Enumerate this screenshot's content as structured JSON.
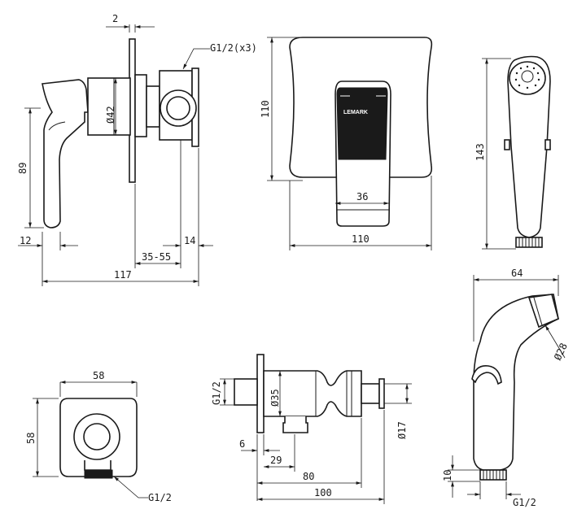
{
  "brand_text": "LEMARK",
  "views": {
    "mixer_side": {
      "thread_label": "G1/2(x3)",
      "dims": {
        "plate_thickness": "2",
        "body_diameter": "Ø42",
        "handle_height": "89",
        "handle_offset": "12",
        "wall_depth": "35-55",
        "outlet_depth": "14",
        "total_length": "117"
      }
    },
    "mixer_front": {
      "dims": {
        "plate_height": "110",
        "plate_width": "110",
        "handle_width": "36"
      }
    },
    "sprayer_front": {
      "dims": {
        "length": "143"
      }
    },
    "elbow_front": {
      "thread_label": "G1/2",
      "dims": {
        "width": "58",
        "height": "58"
      }
    },
    "elbow_side": {
      "dims": {
        "inlet_thread": "G1/2",
        "body_diameter": "Ø35",
        "knob_diameter": "Ø17",
        "plate_thickness": "6",
        "outlet_offset": "29",
        "body_length": "80",
        "total_length": "100"
      }
    },
    "sprayer_side": {
      "thread_label": "G1/2",
      "dims": {
        "length": "64",
        "head_diameter": "Ø28",
        "thread_length": "10"
      }
    }
  }
}
